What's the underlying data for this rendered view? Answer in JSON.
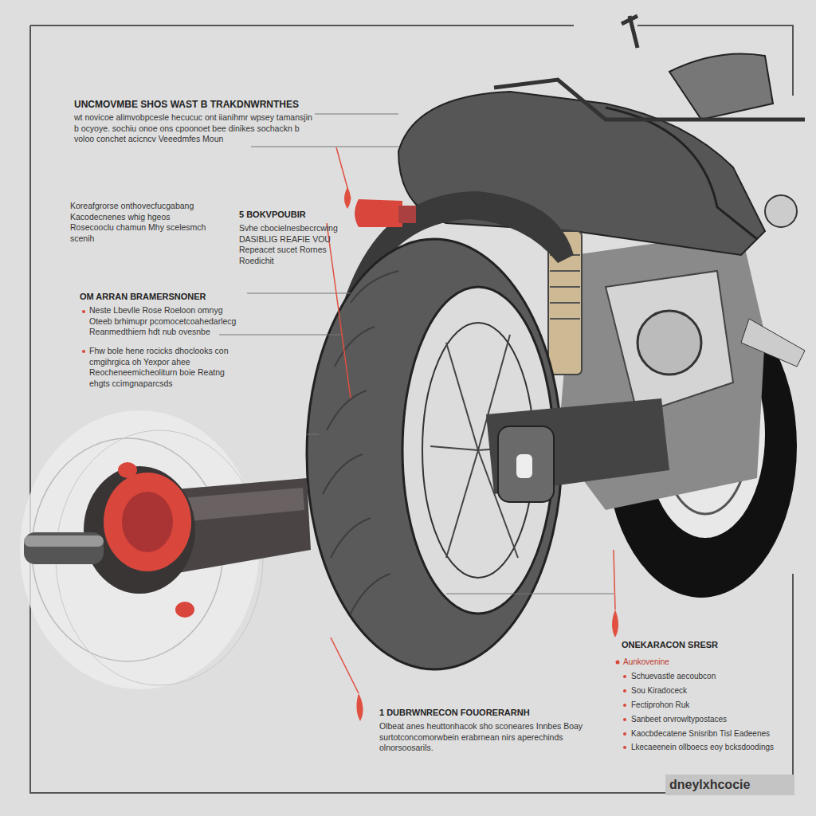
{
  "diagram": {
    "title": "UNCMOVMBE SHOS WAST B TRAKDNWRNTHES",
    "labels": [
      "wt novicoe alimvobpcesle hecucuc ont iianihmr wpsey tamansjin b ocyoye. sochiu onoe ons cpoonoet bee dinikes sochackn b voloo conchet acicncv Veeedmfes Moun",
      "Koreafgrorse onthovecfucgabang Kacodecnenes whig hgeos Rosecooclu chamun Mhy scelesmch scenih",
      "5 BOKVPOUBIR",
      "Svhe cbocielnesbecrcwing DASIBLIG REAFIE VOU Repeacet sucet Rornes Roedichit",
      "OM ARRAN BRAMERSNONER",
      "Neste Lbevlle Rose Roeloon omnyg Oteeb brhimupr pcomocetcoahedarlecg Reanmedthiem hdt nub ovesnbe",
      "Fhw bole hene rocicks dhoclooks con cmgihrgica oh Yexpor ahee Reocheneemicheoliturn boie Reatng ehgts ccimgnaparcsds",
      "1 DUBRWNRECON FOUORERARNH",
      "Olbeat anes heuttonhacok sho sconeares Innbes Boay surtotconcomorwbein erabrnean nirs aperechinds olnorsoosarils.",
      "ONEKARACON SRESR",
      "Aunkovenine",
      "Schuevastle aecoubcon",
      "Sou Kiradoceck",
      "Fectiprohon Ruk",
      "Sanbeet orvrowltypostaces",
      "Kaocbdecatene Snisribn Tisl Eadeenes",
      "Lkecaeenein ollboecs eoy bcksdoodings",
      "dneylxhcocie"
    ]
  }
}
